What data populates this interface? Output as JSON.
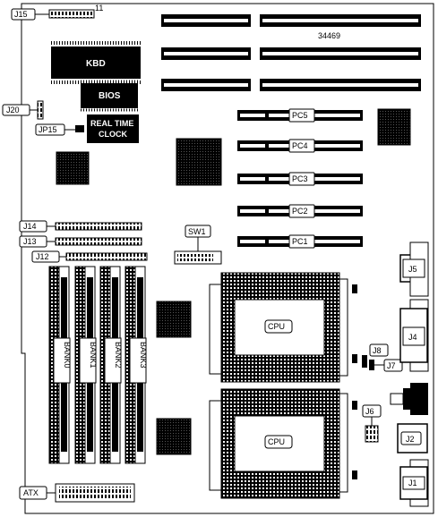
{
  "board": {
    "model": "34469",
    "pin_number": "11"
  },
  "jumpers": {
    "j15": "J15",
    "j20": "J20",
    "jp15": "JP15",
    "j14": "J14",
    "j13": "J13",
    "j12": "J12",
    "j8": "J8",
    "j7": "J7",
    "j6": "J6",
    "atx": "ATX"
  },
  "connectors": {
    "j5": "J5",
    "j4": "J4",
    "j2": "J2",
    "j1": "J1"
  },
  "chips": {
    "kbd": "KBD",
    "bios": "BIOS",
    "rtc_line1": "REAL TIME",
    "rtc_line2": "CLOCK"
  },
  "slots": {
    "pci": [
      "PC5",
      "PC4",
      "PC3",
      "PC2",
      "PC1"
    ]
  },
  "switch": {
    "sw1": "SW1"
  },
  "memory": {
    "banks": [
      "BANK0",
      "BANK1",
      "BANK2",
      "BANK3"
    ]
  },
  "cpus": [
    "CPU",
    "CPU"
  ]
}
